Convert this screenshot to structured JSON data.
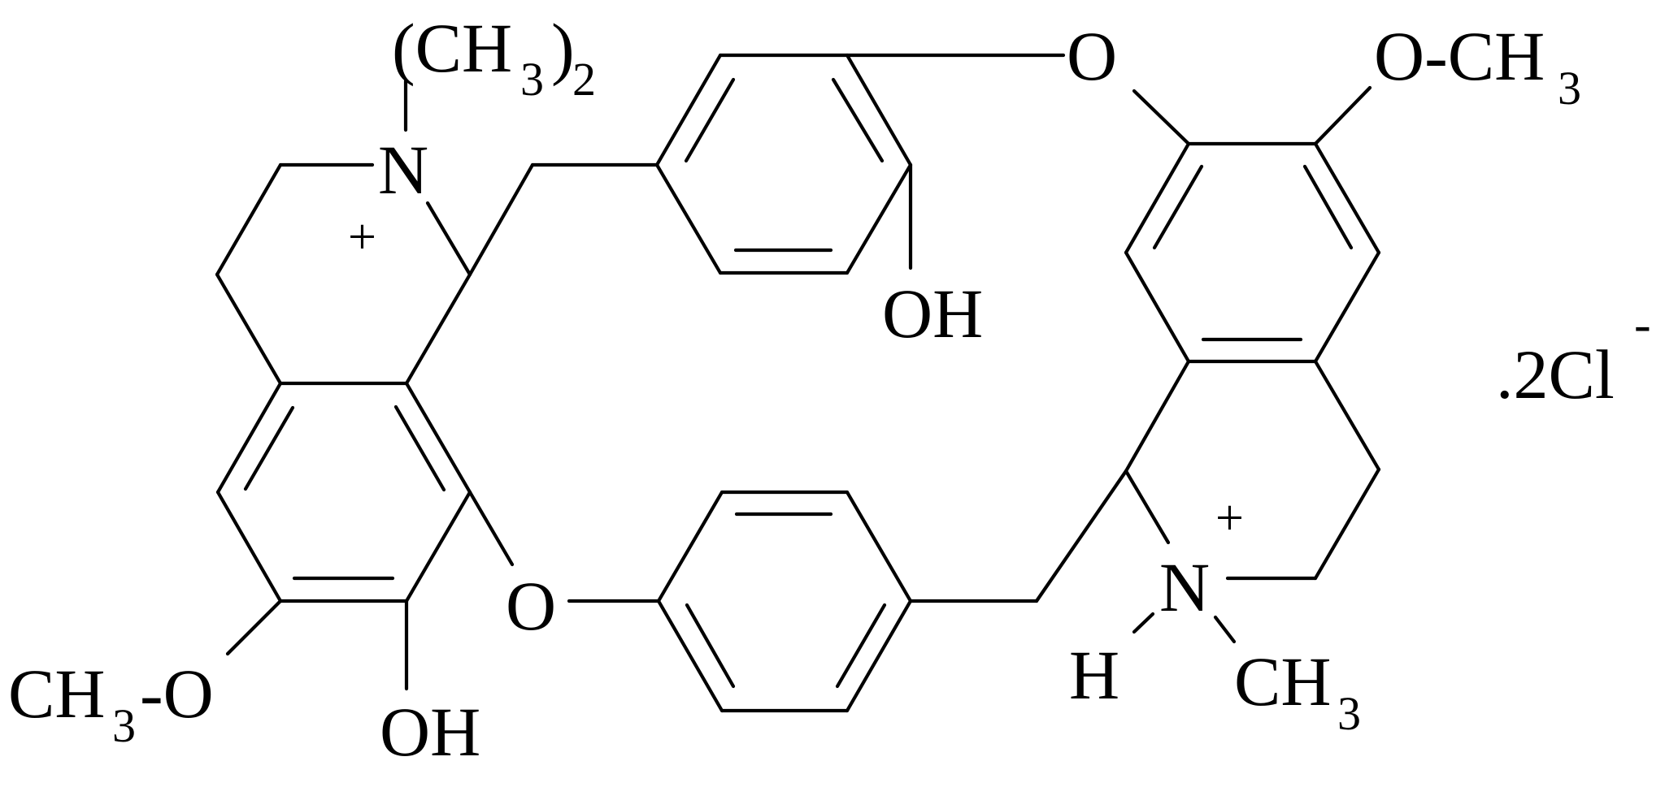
{
  "structure": {
    "labels": {
      "n_top": "N",
      "n_top_charge": "+",
      "n_top_dimethyl_paren_open": "(CH",
      "n_top_dimethyl_sub3": "3",
      "n_top_dimethyl_paren_close": ")",
      "n_top_dimethyl_sub2": "2",
      "o_bridge_top": "O",
      "o_methoxy_right": "O-CH",
      "o_methoxy_right_sub": "3",
      "oh_top_ring": "OH",
      "o_bridge_bottom": "O",
      "oh_left_ring": "OH",
      "methoxy_left": "CH",
      "methoxy_left_sub": "3",
      "methoxy_left_tail": "-O",
      "n_bottom": "N",
      "n_bottom_charge": "+",
      "n_bottom_h": "H",
      "n_bottom_methyl": "CH",
      "n_bottom_methyl_sub": "3",
      "counterion": ".2Cl",
      "counterion_superscript": "-"
    }
  }
}
